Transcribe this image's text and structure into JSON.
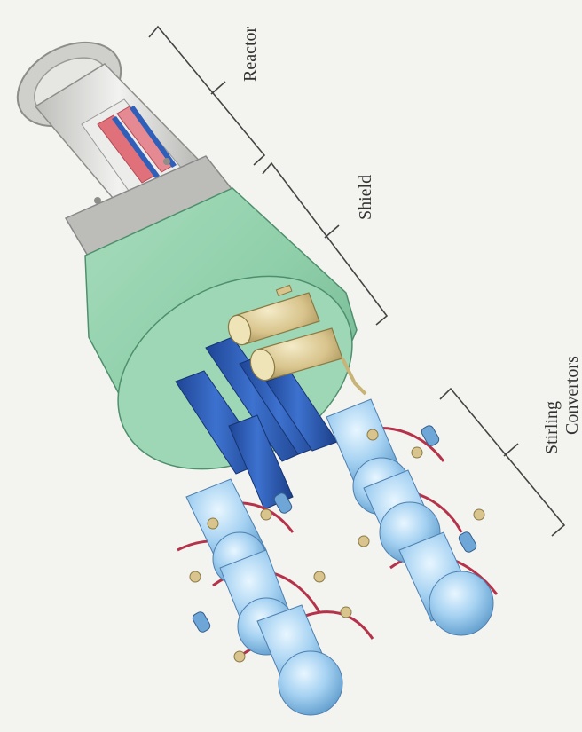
{
  "labels": {
    "reactor": "Reactor",
    "shield": "Shield",
    "stirling_line1": "Stirling",
    "stirling_line2": "Convertors"
  },
  "colors": {
    "shield_green": "#8fcfaa",
    "reactor_gray": "#d9d9d6",
    "fuel_red": "#e0707a",
    "pipe_blue": "#2f5fb8",
    "convertor_blue": "#9ccbee",
    "radiator_gold": "#d8c48c",
    "tube_red": "#b5334a"
  }
}
